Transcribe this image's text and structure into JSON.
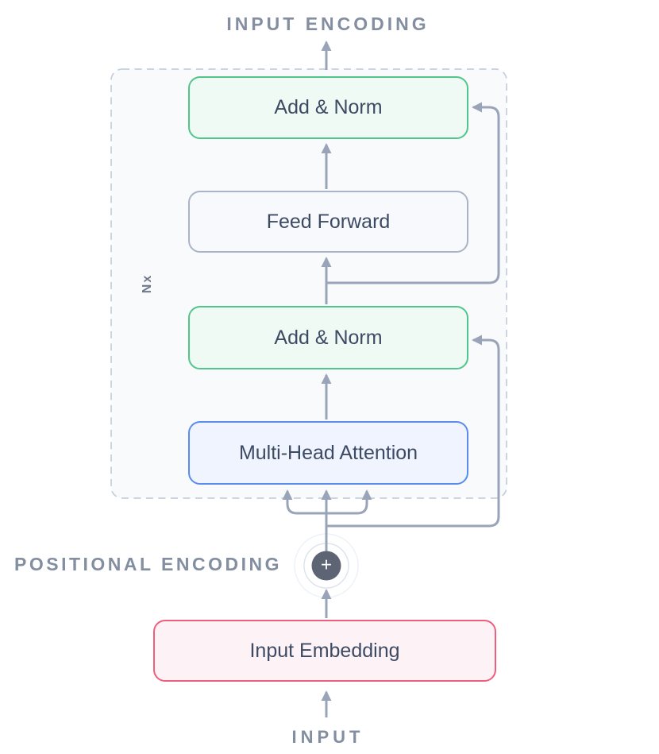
{
  "diagram": {
    "output_label": "INPUT ENCODING",
    "repeat_label": "Nx",
    "blocks": {
      "add_norm_top": "Add & Norm",
      "feed_forward": "Feed Forward",
      "add_norm_bottom": "Add & Norm",
      "multi_head_attention": "Multi-Head Attention",
      "input_embedding": "Input Embedding"
    },
    "positional_encoding_label": "POSITIONAL ENCODING",
    "plus_symbol": "+",
    "input_label": "INPUT"
  },
  "colors": {
    "line": "#9aa4b8",
    "label-text": "#848ea1",
    "box-text": "#3d4a63",
    "nx-text": "#6e7889",
    "container-border": "#c5cedd",
    "container-fill": "#f5f8fb",
    "green-border": "#52c68a",
    "green-fill": "#eefaf3",
    "gray-border": "#aab4c8",
    "gray-fill": "#f8f9fc",
    "blue-border": "#5a8cf0",
    "blue-fill": "#eff4fe",
    "red-border": "#ee5f7d",
    "red-fill": "#fdf3f6",
    "plus-bg": "#5d6575",
    "plus-text": "#ffffff",
    "ring": "#dee4ee",
    "ring-outer": "#eef2f8"
  }
}
